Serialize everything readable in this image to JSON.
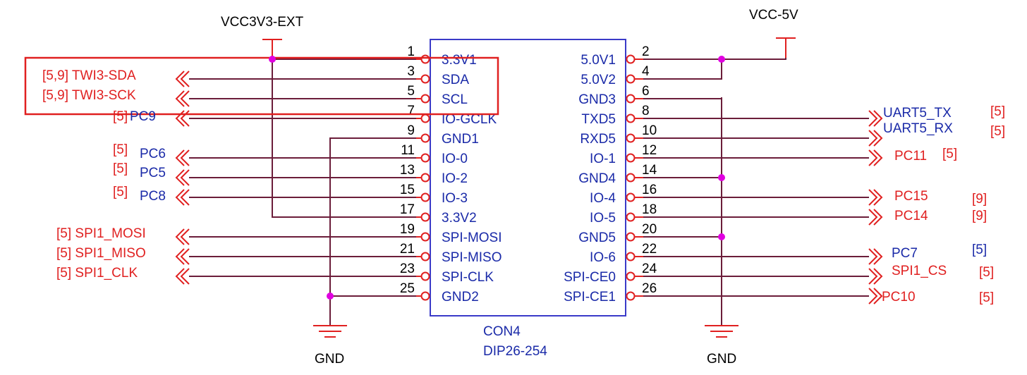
{
  "colors": {
    "wire": "#6b1d3a",
    "pin_red": "#e02020",
    "body_blue": "#3a3ac8",
    "junction": "#e000e0",
    "label_red": "#e02020",
    "label_blue": "#1a2aa8",
    "highlight": "#e02020"
  },
  "connector": {
    "ref": "CON4",
    "footprint": "DIP26-254"
  },
  "power": {
    "vcc3v3": "VCC3V3-EXT",
    "vcc5v": "VCC-5V",
    "gnd_left": "GND",
    "gnd_right": "GND"
  },
  "left_pins": [
    {
      "num": "1",
      "name": "3.3V1"
    },
    {
      "num": "3",
      "name": "SDA"
    },
    {
      "num": "5",
      "name": "SCL"
    },
    {
      "num": "7",
      "name": "IO-GCLK"
    },
    {
      "num": "9",
      "name": "GND1"
    },
    {
      "num": "11",
      "name": "IO-0"
    },
    {
      "num": "13",
      "name": "IO-2"
    },
    {
      "num": "15",
      "name": "IO-3"
    },
    {
      "num": "17",
      "name": "3.3V2"
    },
    {
      "num": "19",
      "name": "SPI-MOSI"
    },
    {
      "num": "21",
      "name": "SPI-MISO"
    },
    {
      "num": "23",
      "name": "SPI-CLK"
    },
    {
      "num": "25",
      "name": "GND2"
    }
  ],
  "right_pins": [
    {
      "num": "2",
      "name": "5.0V1"
    },
    {
      "num": "4",
      "name": "5.0V2"
    },
    {
      "num": "6",
      "name": "GND3"
    },
    {
      "num": "8",
      "name": "TXD5"
    },
    {
      "num": "10",
      "name": "RXD5"
    },
    {
      "num": "12",
      "name": "IO-1"
    },
    {
      "num": "14",
      "name": "GND4"
    },
    {
      "num": "16",
      "name": "IO-4"
    },
    {
      "num": "18",
      "name": "IO-5"
    },
    {
      "num": "20",
      "name": "GND5"
    },
    {
      "num": "22",
      "name": "IO-6"
    },
    {
      "num": "24",
      "name": "SPI-CE0"
    },
    {
      "num": "26",
      "name": "SPI-CE1"
    }
  ],
  "left_nets": {
    "sda": "[5,9] TWI3-SDA",
    "sck": "[5,9] TWI3-SCK",
    "pc9_ref": "[5]",
    "pc9": "PC9",
    "pc6_ref": "[5]",
    "pc6": "PC6",
    "pc5_ref": "[5]",
    "pc5": "PC5",
    "pc8_ref": "[5]",
    "pc8": "PC8",
    "mosi": "[5] SPI1_MOSI",
    "miso": "[5] SPI1_MISO",
    "clk": "[5] SPI1_CLK"
  },
  "right_nets": {
    "uart_tx": "UART5_TX",
    "uart_tx_ref": "[5]",
    "uart_rx": "UART5_RX",
    "uart_rx_ref": "[5]",
    "pc11": "PC11",
    "pc11_ref": "[5]",
    "pc15": "PC15",
    "pc15_ref": "[9]",
    "pc14": "PC14",
    "pc14_ref": "[9]",
    "pc7": "PC7",
    "pc7_ref": "[5]",
    "spi1_cs": "SPI1_CS",
    "spi1_cs_ref": "[5]",
    "pc10": "PC10",
    "pc10_ref": "[5]"
  }
}
